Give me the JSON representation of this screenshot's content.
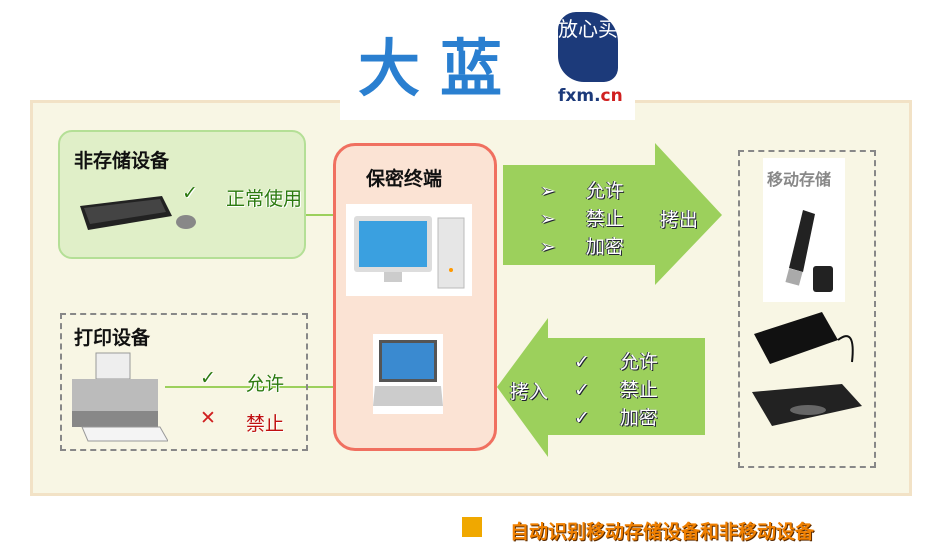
{
  "logo": {
    "brand": "大蓝",
    "seal": "放心买",
    "site_main": "fxm.",
    "site_tld": "cn"
  },
  "non_storage": {
    "title": "非存储设备",
    "check": "✓",
    "status": "正常使用"
  },
  "terminal": {
    "title": "保密终端"
  },
  "print": {
    "title": "打印设备",
    "items": [
      {
        "mark": "✓",
        "label": "允许"
      },
      {
        "mark": "✕",
        "label": "禁止"
      }
    ]
  },
  "export_arrow": {
    "label": "拷出",
    "items": [
      {
        "mark": "➢",
        "label": "允许"
      },
      {
        "mark": "➢",
        "label": "禁止"
      },
      {
        "mark": "➢",
        "label": "加密"
      }
    ]
  },
  "import_arrow": {
    "label": "拷入",
    "items": [
      {
        "mark": "✓",
        "label": "允许"
      },
      {
        "mark": "✓",
        "label": "禁止"
      },
      {
        "mark": "✓",
        "label": "加密"
      }
    ]
  },
  "mobile": {
    "title": "移动存储"
  },
  "footer": {
    "caption": "自动识别移动存储设备和非移动设备"
  },
  "colors": {
    "arrow": "#9cd05c",
    "terminal_border": "#f07060",
    "footer": "#f0a800"
  }
}
